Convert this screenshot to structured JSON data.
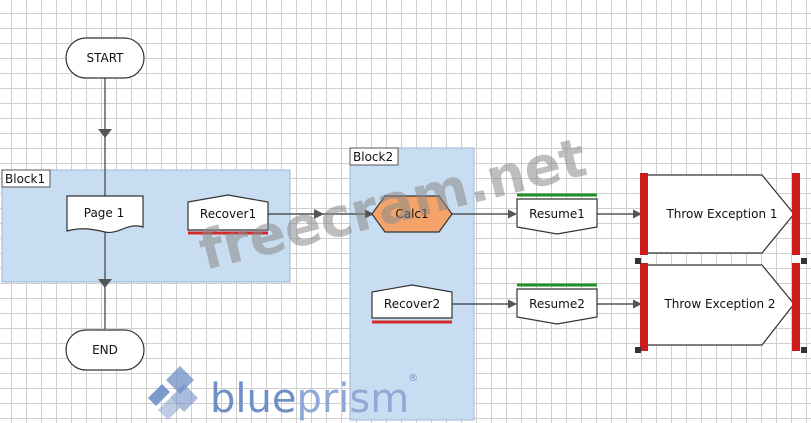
{
  "blocks": {
    "block1": "Block1",
    "block2": "Block2"
  },
  "stages": {
    "start": "START",
    "end": "END",
    "page1": "Page 1",
    "recover1": "Recover1",
    "calc1": "Calc1",
    "resume1": "Resume1",
    "recover2": "Recover2",
    "resume2": "Resume2",
    "throw1": "Throw Exception 1",
    "throw2": "Throw Exception 2"
  },
  "watermark": "freecram.net",
  "logo": {
    "part1": "blue",
    "part2": "prism",
    "mark": "®",
    "icon": "blueprism-logo-icon"
  },
  "colors": {
    "block_fill": "#c9ddf2",
    "block_stroke": "#9ab8d8",
    "calc_fill": "#f4a46b",
    "recover_underline": "#d42a2a",
    "resume_overline": "#1f8f2a",
    "exception_bar": "#cc1b1b",
    "logo_blue": "#6f8fc6"
  }
}
